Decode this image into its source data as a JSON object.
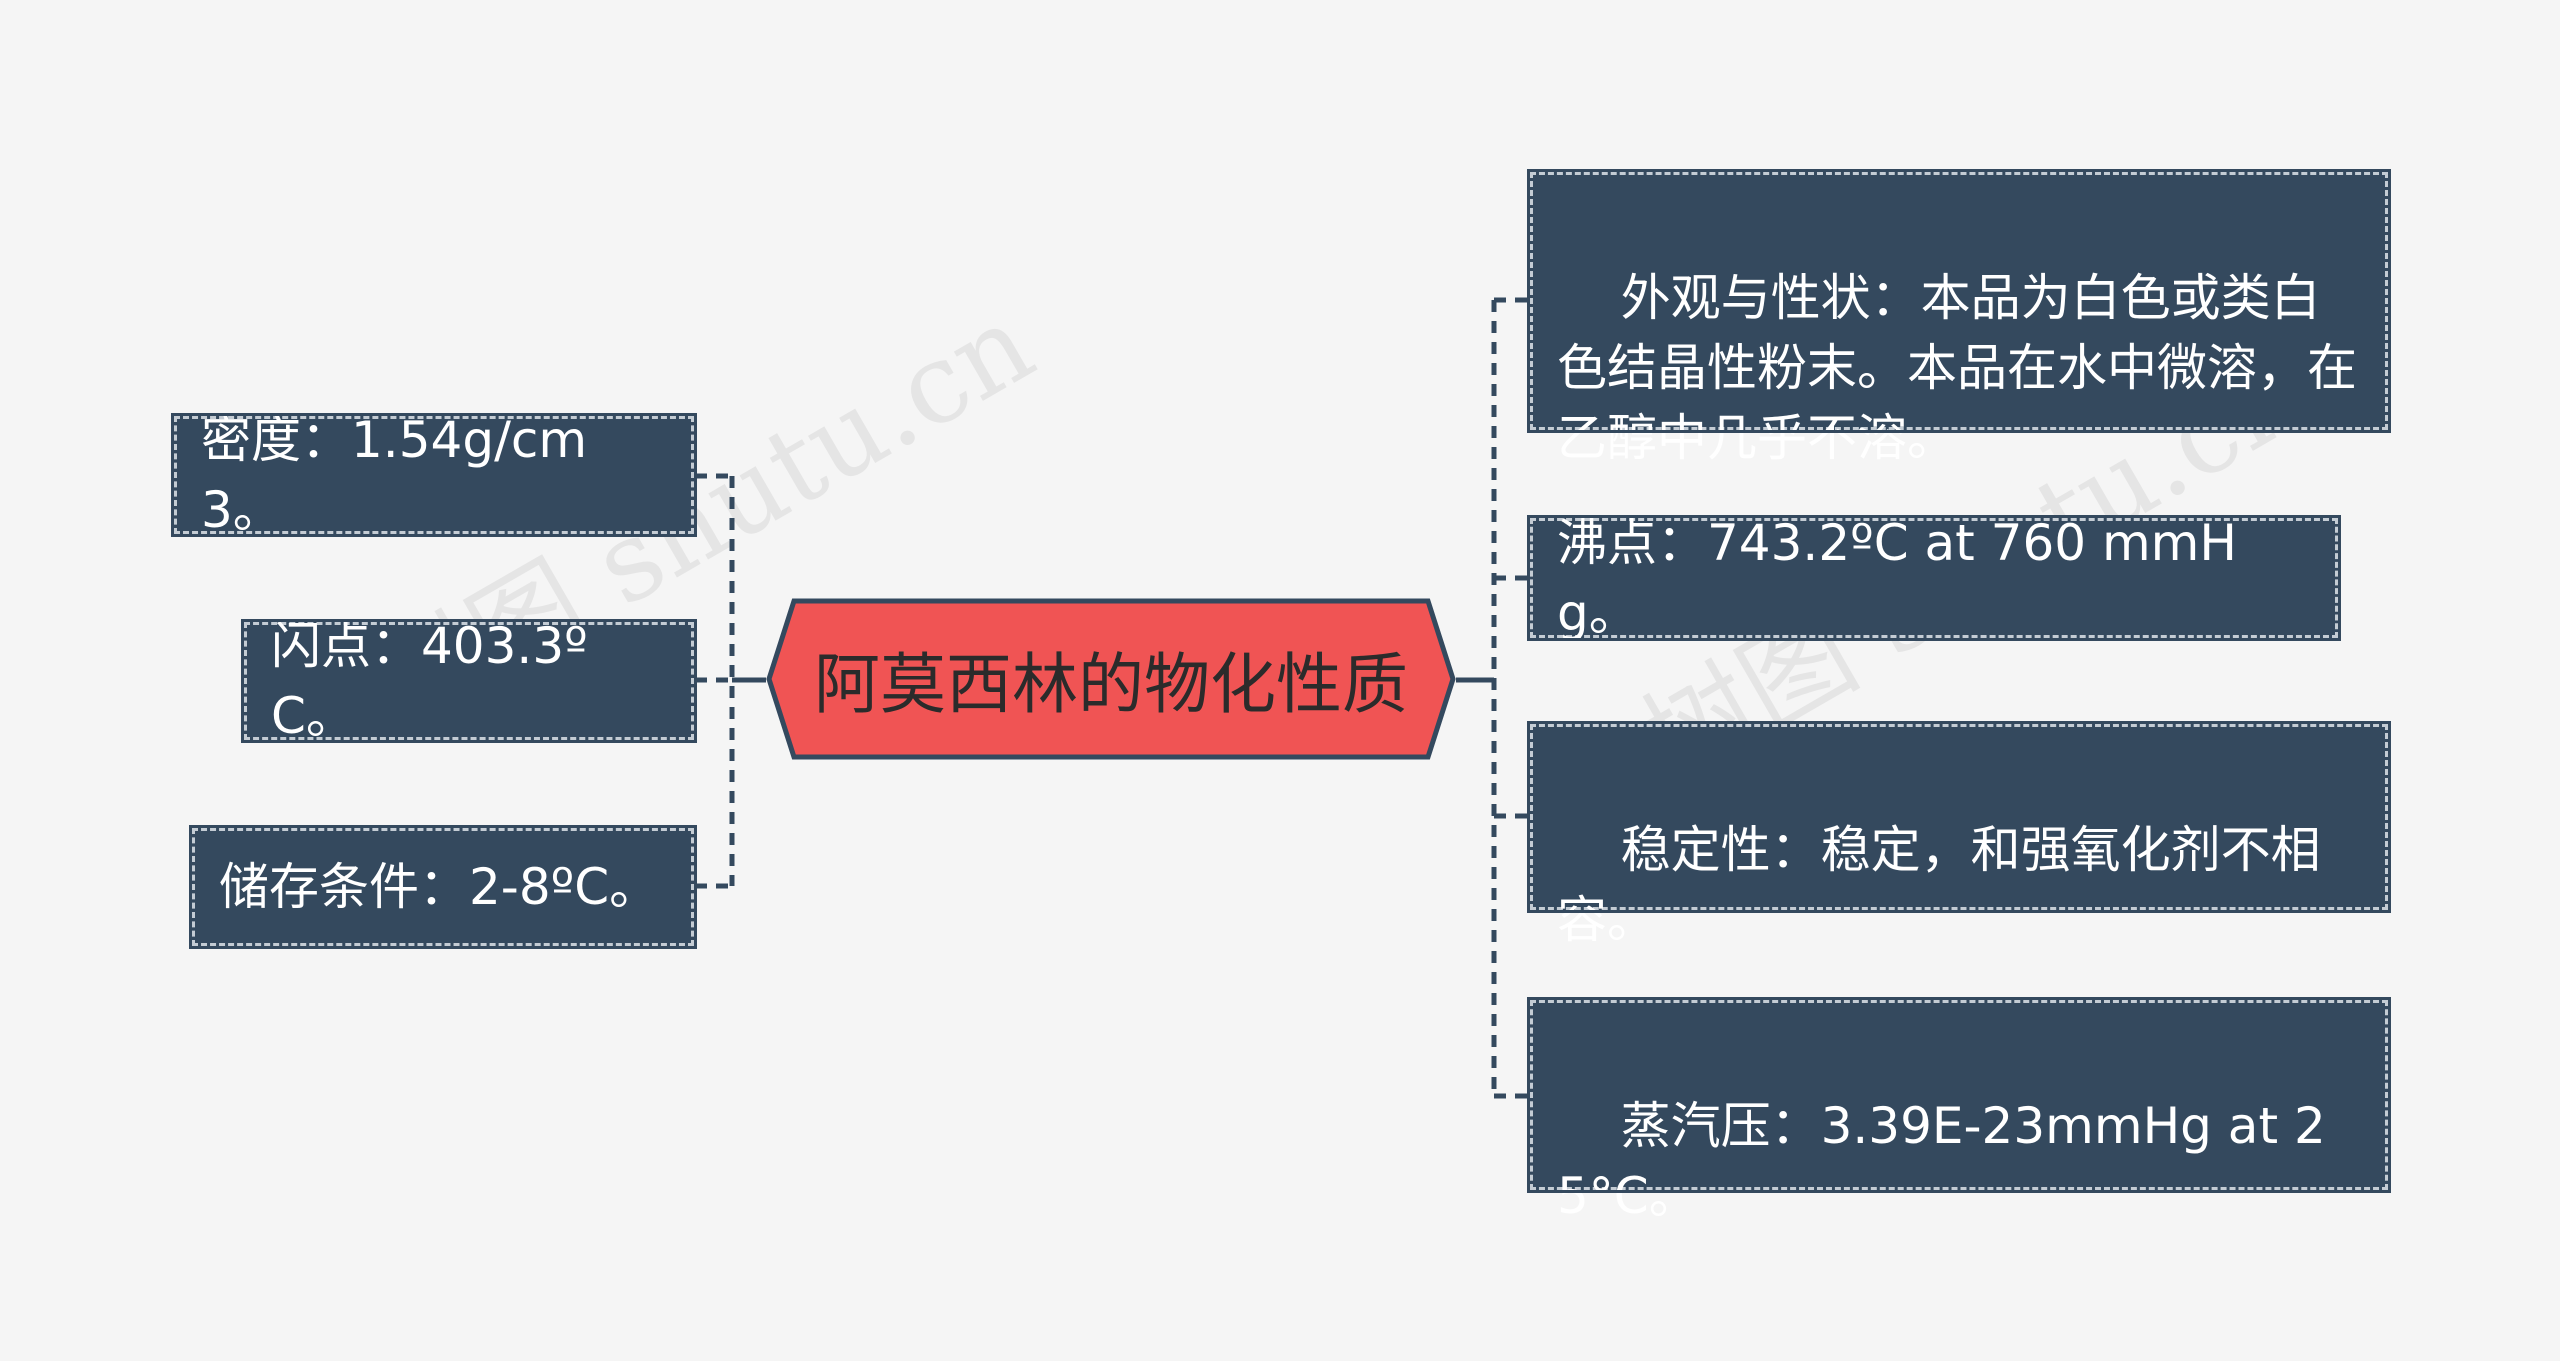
{
  "diagram": {
    "central_topic": "阿莫西林的物化性质",
    "left_branches": [
      "密度：1.54g/cm3。",
      "闪点：403.3ºC。",
      "储存条件：2-8ºC。"
    ],
    "right_branches": [
      "外观与性状：本品为白色或类白色结晶性粉末。本品在水中微溶，在乙醇中几乎不溶。",
      "沸点：743.2ºC at 760 mmHg。",
      "稳定性：稳定，和强氧化剂不相容。",
      "蒸汽压：3.39E-23mmHg at 25°C。"
    ]
  },
  "watermark": {
    "text_1": "树图 shutu.cn",
    "text_2": "树图 shutu.cn"
  },
  "colors": {
    "background": "#f5f5f5",
    "node_fill": "#34495e",
    "node_text": "#ffffff",
    "central_fill": "#f05454",
    "central_border": "#34495e",
    "connector": "#34495e"
  }
}
